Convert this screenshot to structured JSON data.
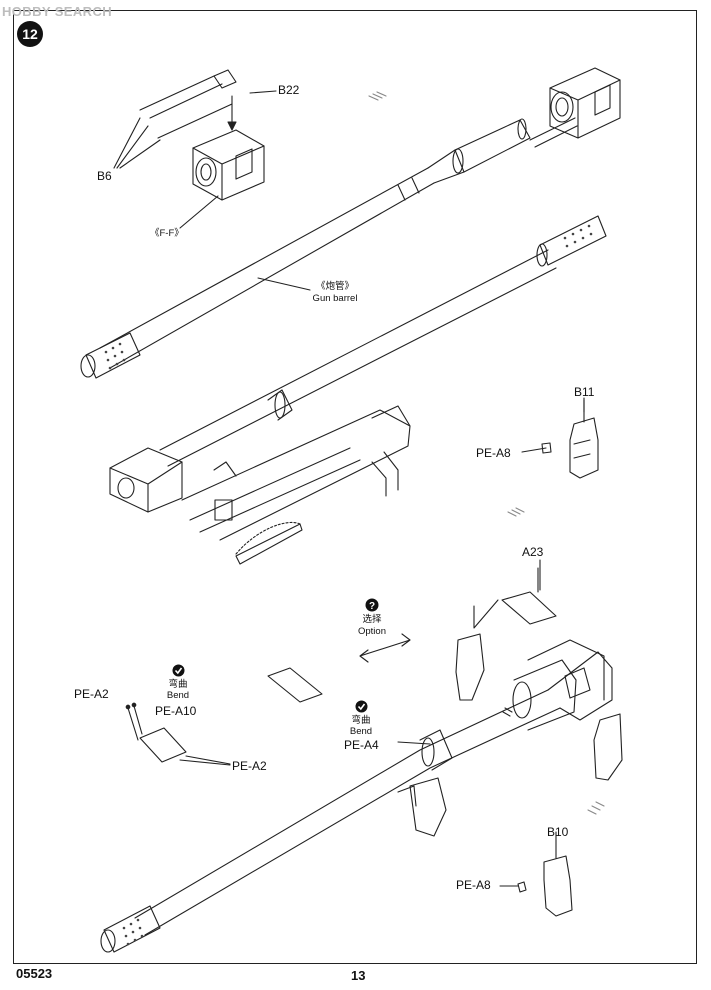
{
  "watermark": "HOBBY SEARCH",
  "step": {
    "number": "12"
  },
  "labels": {
    "b22": "B22",
    "b6": "B6",
    "ff": "《F-F》",
    "barrel_cn": "《炮管》",
    "barrel_en": "Gun barrel",
    "b11": "B11",
    "pea8_top": "PE-A8",
    "a23": "A23",
    "option_cn": "选择",
    "option_en": "Option",
    "bend_cn_left": "弯曲",
    "bend_en_left": "Bend",
    "pea2_top": "PE-A2",
    "pea10": "PE-A10",
    "pea2_bottom": "PE-A2",
    "bend_cn_right": "弯曲",
    "bend_en_right": "Bend",
    "pea4": "PE-A4",
    "b10": "B10",
    "pea8_bottom": "PE-A8"
  },
  "footer": {
    "code": "05523",
    "page": "13"
  },
  "icons": [
    "question-icon",
    "bend-check-icon",
    "double-arrow-icon"
  ]
}
